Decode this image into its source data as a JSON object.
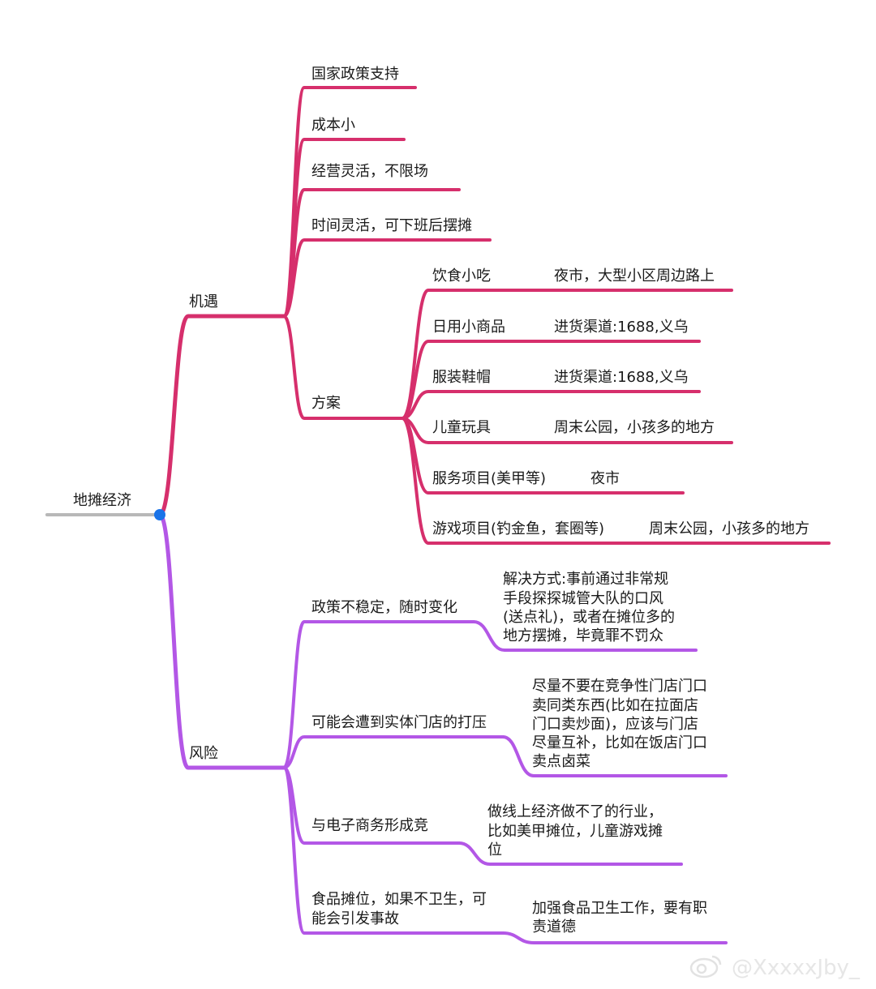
{
  "root": {
    "label": "地摊经济"
  },
  "colors": {
    "root_line": "#b8b8b8",
    "root_dot": "#1a73e8",
    "opportunity": "#d62f6c",
    "risk": "#b357e6"
  },
  "opportunity": {
    "label": "机遇",
    "items": [
      "国家政策支持",
      "成本小",
      "经营灵活，不限场",
      "时间灵活，可下班后摆摊"
    ],
    "plan": {
      "label": "方案",
      "items": [
        {
          "name": "饮食小吃",
          "detail": "夜市，大型小区周边路上"
        },
        {
          "name": "日用小商品",
          "detail": "进货渠道:1688,义乌"
        },
        {
          "name": "服装鞋帽",
          "detail": "进货渠道:1688,义乌"
        },
        {
          "name": "儿童玩具",
          "detail": "周末公园，小孩多的地方"
        },
        {
          "name": "服务项目(美甲等)",
          "detail": "夜市"
        },
        {
          "name": "游戏项目(钓金鱼，套圈等)",
          "detail": "周末公园，小孩多的地方"
        }
      ]
    }
  },
  "risk": {
    "label": "风险",
    "items": [
      {
        "name": [
          "政策不稳定，随时变化"
        ],
        "note": [
          "解决方式:事前通过非常规",
          "手段探探城管大队的口风",
          "(送点礼)，或者在摊位多的",
          "地方摆摊，毕竟罪不罚众"
        ]
      },
      {
        "name": [
          "可能会遭到实体门店的打压"
        ],
        "note": [
          "尽量不要在竞争性门店门口",
          "卖同类东西(比如在拉面店",
          "门口卖炒面)，应该与门店",
          "尽量互补，比如在饭店门口",
          "卖点卤菜"
        ]
      },
      {
        "name": [
          "与电子商务形成竞"
        ],
        "note": [
          "做线上经济做不了的行业，",
          "比如美甲摊位，儿童游戏摊",
          "位"
        ]
      },
      {
        "name": [
          "食品摊位，如果不卫生，可",
          "能会引发事故"
        ],
        "note": [
          "加强食品卫生工作，要有职",
          "责道德"
        ]
      }
    ]
  },
  "watermark": "@XxxxxJby_"
}
